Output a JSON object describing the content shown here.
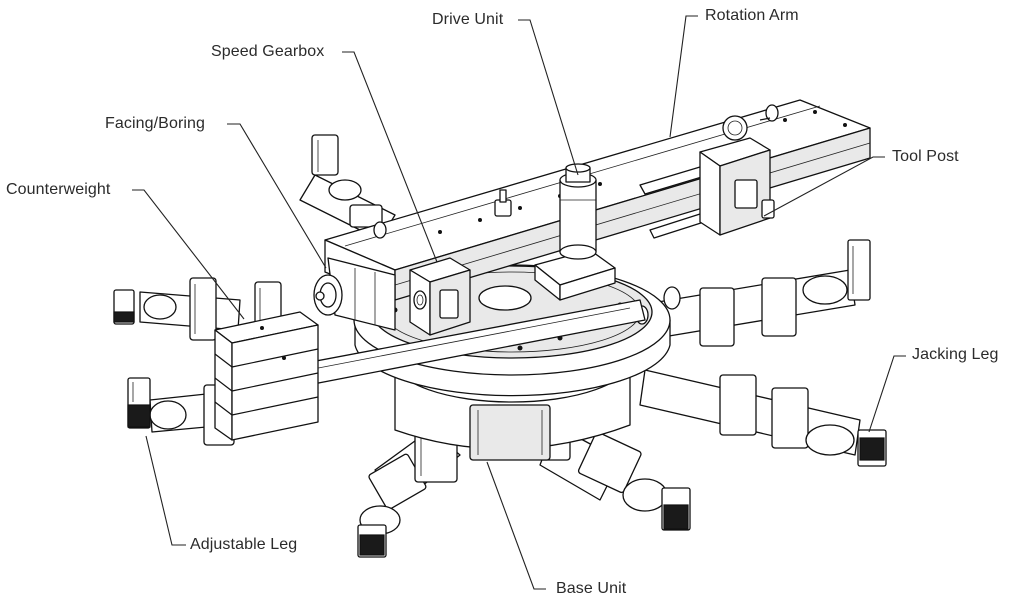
{
  "labels": {
    "drive_unit": "Drive Unit",
    "rotation_arm": "Rotation Arm",
    "speed_gearbox": "Speed Gearbox",
    "facing_boring": "Facing/Boring",
    "counterweight": "Counterweight",
    "tool_post": "Tool Post",
    "jacking_leg": "Jacking Leg",
    "adjustable_leg": "Adjustable Leg",
    "base_unit": "Base Unit"
  }
}
